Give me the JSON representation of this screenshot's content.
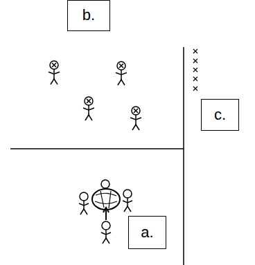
{
  "diagram": {
    "nodes": [
      {
        "text": [
          "b."
        ]
      },
      {
        "text": [
          "c."
        ]
      },
      {
        "text": [
          "a."
        ]
      }
    ]
  }
}
